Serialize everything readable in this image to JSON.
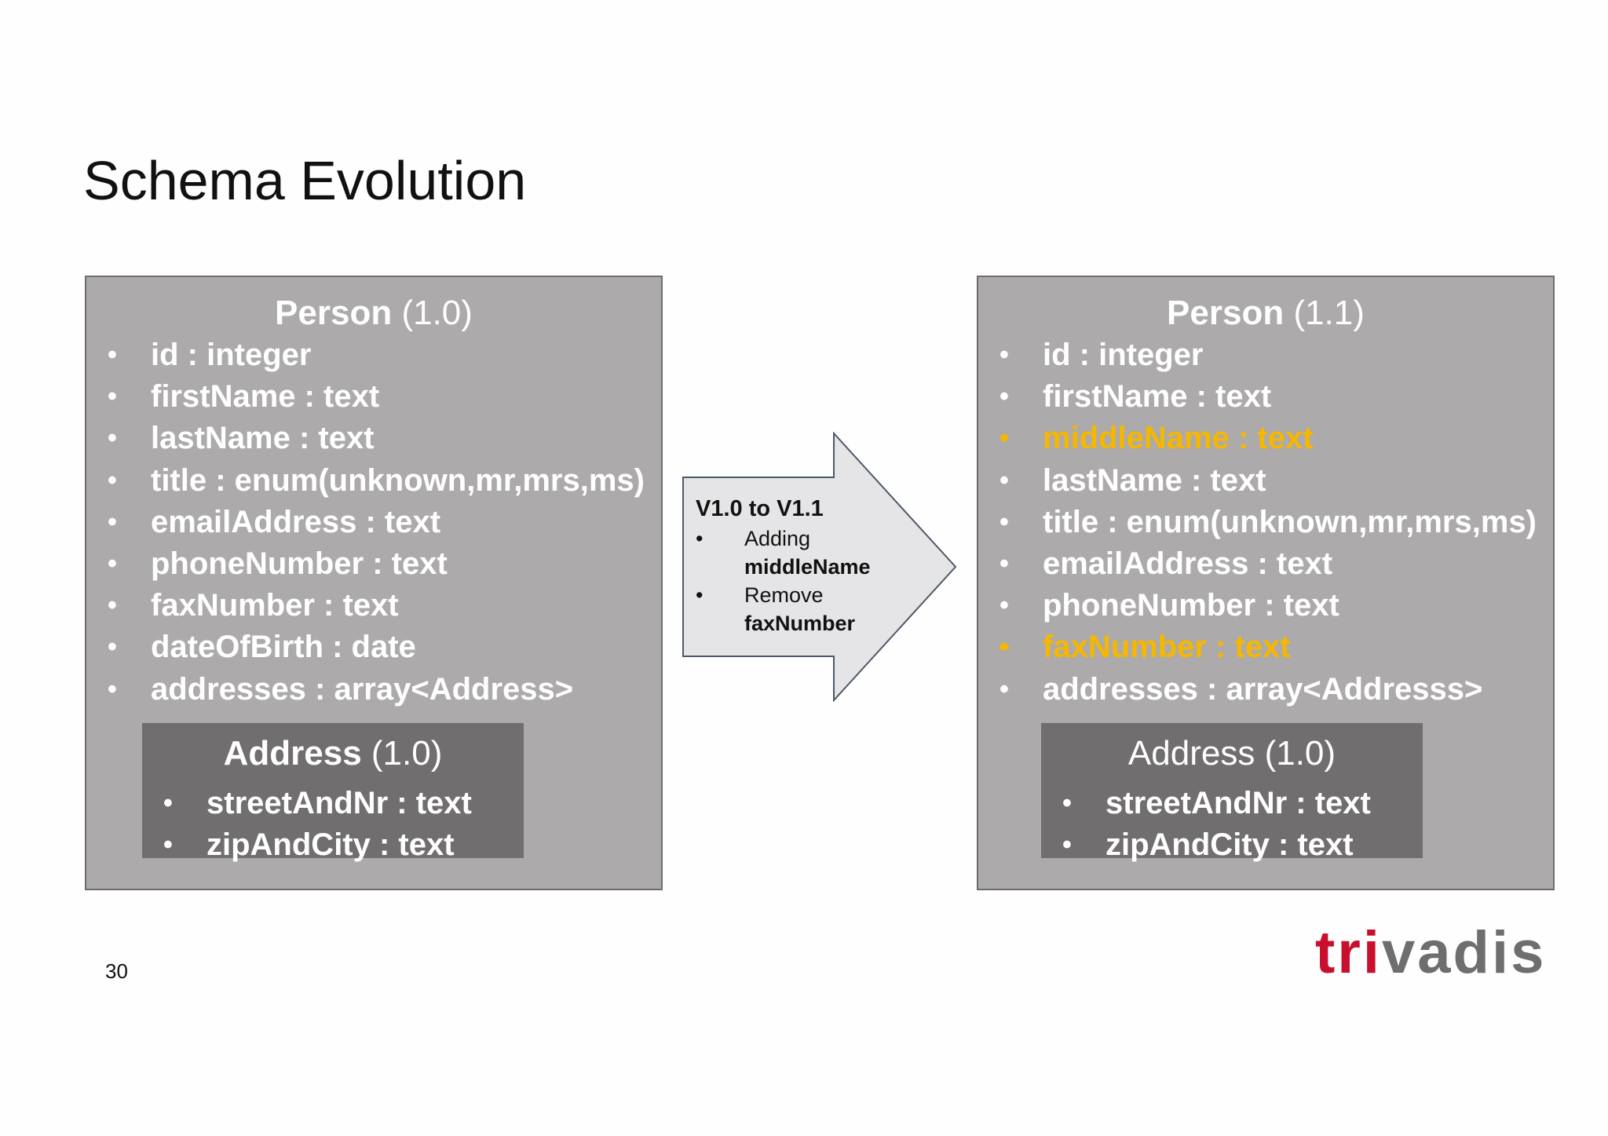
{
  "slide": {
    "title": "Schema Evolution",
    "page_number": "30"
  },
  "left_schema": {
    "name": "Person",
    "version": "(1.0)",
    "fields": [
      {
        "text": "id : integer",
        "status": "unchanged"
      },
      {
        "text": "firstName : text",
        "status": "unchanged"
      },
      {
        "text": "lastName : text",
        "status": "unchanged"
      },
      {
        "text": "title : enum(unknown,mr,mrs,ms)",
        "status": "unchanged"
      },
      {
        "text": "emailAddress : text",
        "status": "unchanged"
      },
      {
        "text": "phoneNumber : text",
        "status": "unchanged"
      },
      {
        "text": "faxNumber : text",
        "status": "unchanged"
      },
      {
        "text": "dateOfBirth : date",
        "status": "unchanged"
      },
      {
        "text": "addresses : array<Address>",
        "status": "unchanged"
      }
    ],
    "nested": {
      "name": "Address",
      "version": "(1.0)",
      "fields": [
        "streetAndNr : text",
        "zipAndCity : text"
      ]
    }
  },
  "right_schema": {
    "name": "Person",
    "version": "(1.1)",
    "fields": [
      {
        "text": "id : integer",
        "status": "unchanged"
      },
      {
        "text": "firstName : text",
        "status": "unchanged"
      },
      {
        "text": "middleName : text",
        "status": "added"
      },
      {
        "text": "lastName : text",
        "status": "unchanged"
      },
      {
        "text": "title : enum(unknown,mr,mrs,ms)",
        "status": "unchanged"
      },
      {
        "text": "emailAddress : text",
        "status": "unchanged"
      },
      {
        "text": "phoneNumber : text",
        "status": "unchanged"
      },
      {
        "text": "faxNumber : text",
        "status": "removed"
      },
      {
        "text": "addresses : array<Addresss>",
        "status": "unchanged"
      }
    ],
    "nested": {
      "name": "Address",
      "version": "(1.0)",
      "fields": [
        "streetAndNr : text",
        "zipAndCity : text"
      ]
    }
  },
  "transition": {
    "heading": "V1.0 to V1.1",
    "items": [
      {
        "bullet": "•",
        "text": "Adding"
      },
      {
        "bullet": "",
        "text": "middleName",
        "bold": true
      },
      {
        "bullet": "•",
        "text": "Remove"
      },
      {
        "bullet": "",
        "text": "faxNumber",
        "bold": true
      }
    ]
  },
  "logo": {
    "part1": "tri",
    "part2": "vadis"
  },
  "colors": {
    "box": "#adaaab",
    "inner_box": "#716e6f",
    "highlight": "#f5b700",
    "logo_red": "#c8102e",
    "logo_grey": "#6e6e6e",
    "arrow_fill": "#e5e4e6",
    "arrow_stroke": "#4d5868"
  },
  "bullet_glyph": "•"
}
